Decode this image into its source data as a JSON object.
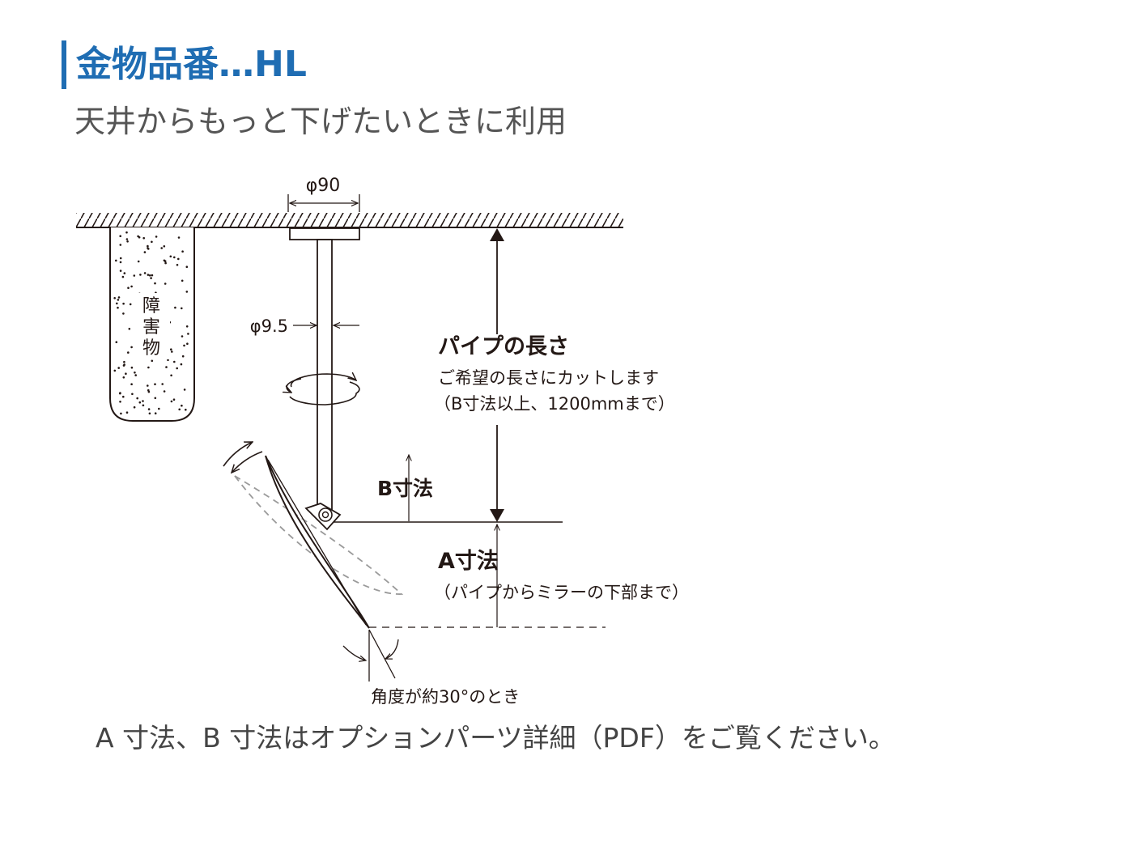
{
  "header": {
    "title": "金物品番…HL",
    "subtitle": "天井からもっと下げたいときに利用"
  },
  "diagram": {
    "ceiling_diameter": "φ90",
    "pipe_diameter": "φ9.5",
    "obstacle_label": [
      "障",
      "害",
      "物"
    ],
    "pipe_length": {
      "title": "パイプの長さ",
      "note1": "ご希望の長さにカットします",
      "note2": "（B寸法以上、1200mmまで）"
    },
    "b_dimension": "B寸法",
    "a_dimension": {
      "title": "A寸法",
      "note": "（パイプからミラーの下部まで）"
    },
    "angle_note": "角度が約30°のとき"
  },
  "footer": {
    "note": "A 寸法、B 寸法はオプションパーツ詳細（PDF）をご覧ください。"
  },
  "colors": {
    "accent": "#1f6db3",
    "line": "#231815",
    "subtitle": "#555555"
  }
}
